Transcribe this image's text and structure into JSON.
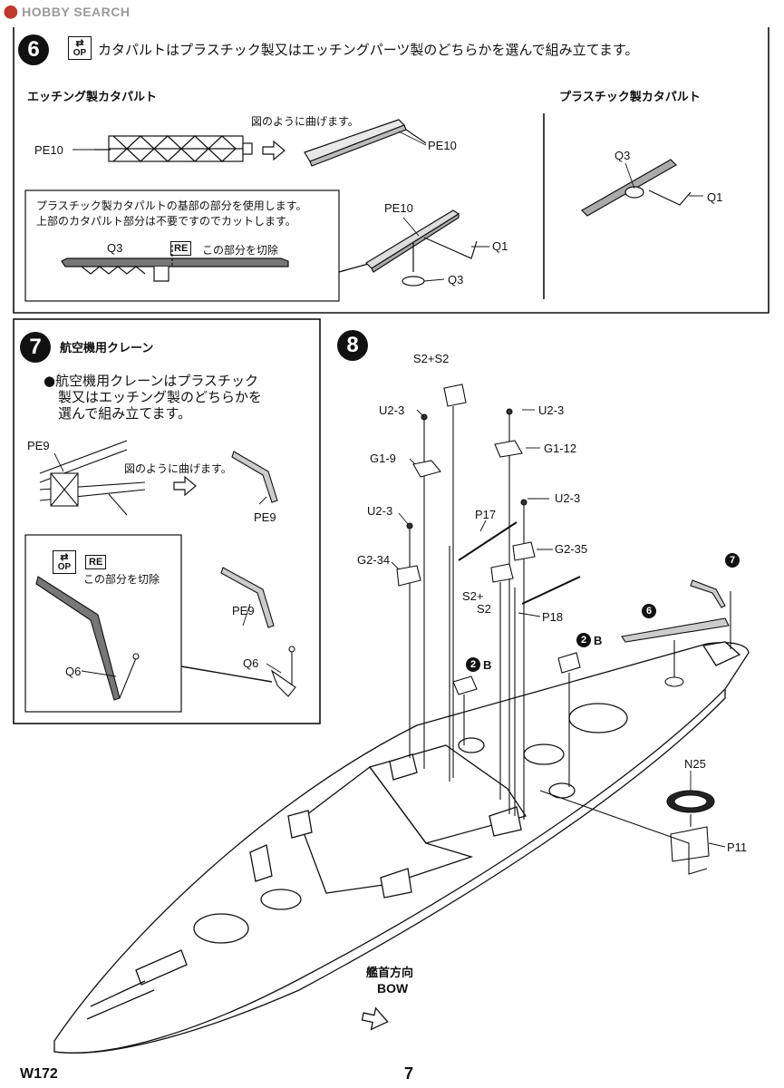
{
  "watermark": {
    "brand": "HOBBY SEARCH"
  },
  "step6": {
    "number": "6",
    "op_label": "OP",
    "instruction": "カタパルトはプラスチック製又はエッチングパーツ製のどちらかを選んで組み立てます。",
    "etched_heading": "エッチング製カタパルト",
    "plastic_heading": "プラスチック製カタパルト",
    "bend_note": "図のように曲げます。",
    "note_line1": "プラスチック製カタパルトの基部の部分を使用します。",
    "note_line2": "上部のカタパルト部分は不要ですのでカットします。",
    "re_label": "RE",
    "cut_note": "この部分を切除",
    "parts": {
      "pe10": "PE10",
      "q3": "Q3",
      "q1": "Q1"
    }
  },
  "step7": {
    "number": "7",
    "title": "航空機用クレーン",
    "bullet_line1": "●航空機用クレーンはプラスチック",
    "bullet_line2": "製又はエッチング製のどちらかを",
    "bullet_line3": "選んで組み立てます。",
    "bend_note": "図のように曲げます。",
    "op_label": "OP",
    "re_label": "RE",
    "cut_note": "この部分を切除",
    "parts": {
      "pe9": "PE9",
      "q6": "Q6"
    }
  },
  "step8": {
    "number": "8",
    "parts": {
      "s2s2": "S2+S2",
      "u23": "U2-3",
      "g19": "G1-9",
      "g112": "G1-12",
      "g234": "G2-34",
      "g235": "G2-35",
      "p17": "P17",
      "p18": "P18",
      "s2plus": "S2+",
      "s2": "S2",
      "n25": "N25",
      "p11": "P11"
    },
    "ref_b": "B",
    "ref_b_num": "2",
    "ref_6": "6",
    "ref_7": "7",
    "bow_jp": "艦首方向",
    "bow_en": "BOW"
  },
  "footer": {
    "code": "W172",
    "page": "7"
  }
}
